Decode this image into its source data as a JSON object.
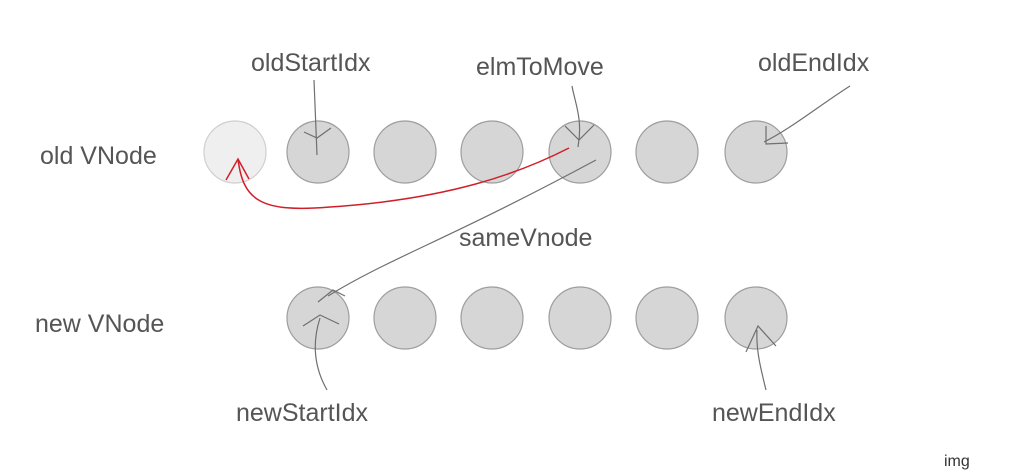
{
  "labels": {
    "old_start_idx": "oldStartIdx",
    "elm_to_move": "elmToMove",
    "old_end_idx": "oldEndIdx",
    "same_vnode": "sameVnode",
    "new_start_idx": "newStartIdx",
    "new_end_idx": "newEndIdx",
    "old_row": "old VNode",
    "new_row": "new VNode",
    "caption": "img"
  },
  "rows": {
    "old_node_count": 6,
    "new_node_count": 6
  },
  "colors": {
    "node_fill": "#d6d6d6",
    "node_stroke": "#9e9e9e",
    "ghost_fill": "#efefef",
    "pointer_line": "#6f6f6f",
    "move_arrow": "#d11f2a",
    "text": "#555555"
  }
}
